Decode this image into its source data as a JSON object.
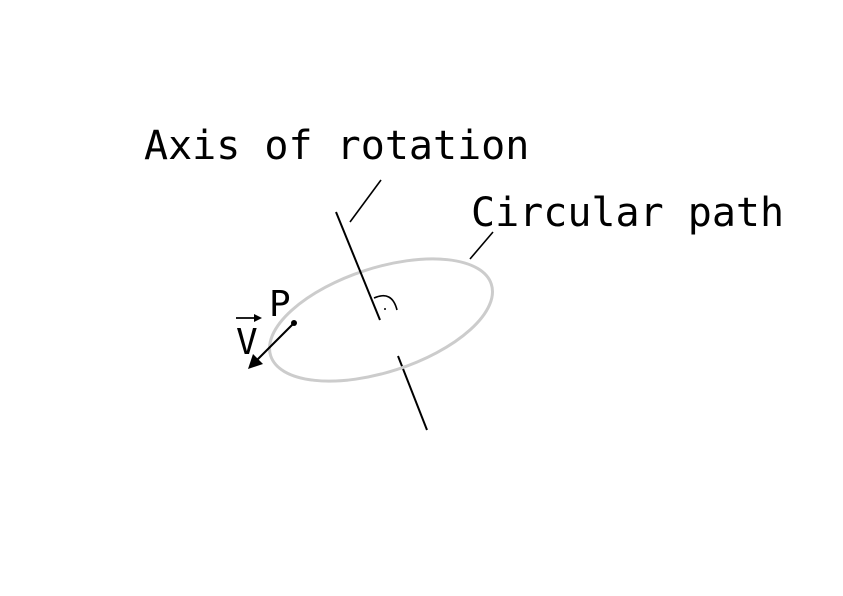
{
  "labels": {
    "axis": "Axis of rotation",
    "path": "Circular path",
    "point": "P",
    "velocity": "V"
  },
  "colors": {
    "ink": "#000000",
    "path": "#cccccc",
    "background": "#ffffff"
  },
  "icons": {
    "right_angle": "right-angle-marker",
    "velocity_arrow": "arrow-icon"
  }
}
